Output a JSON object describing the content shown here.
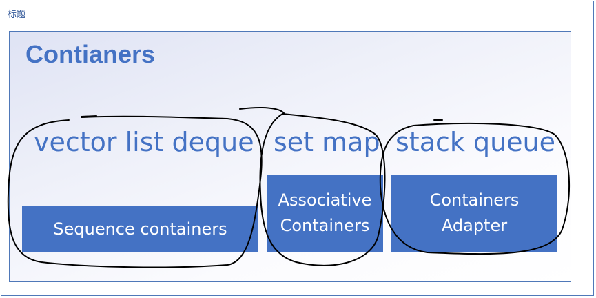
{
  "frame": {
    "label": "标题"
  },
  "slide": {
    "title": "Contianers"
  },
  "groups": [
    {
      "items_text": "vector list deque",
      "category": "Sequence containers"
    },
    {
      "items_text": "set map",
      "category": "Associative\nContainers"
    },
    {
      "items_text": "stack queue",
      "category": "Containers\nAdapter"
    }
  ],
  "colors": {
    "accent": "#4472c4",
    "ink": "#000000",
    "border": "#4f78b8"
  }
}
